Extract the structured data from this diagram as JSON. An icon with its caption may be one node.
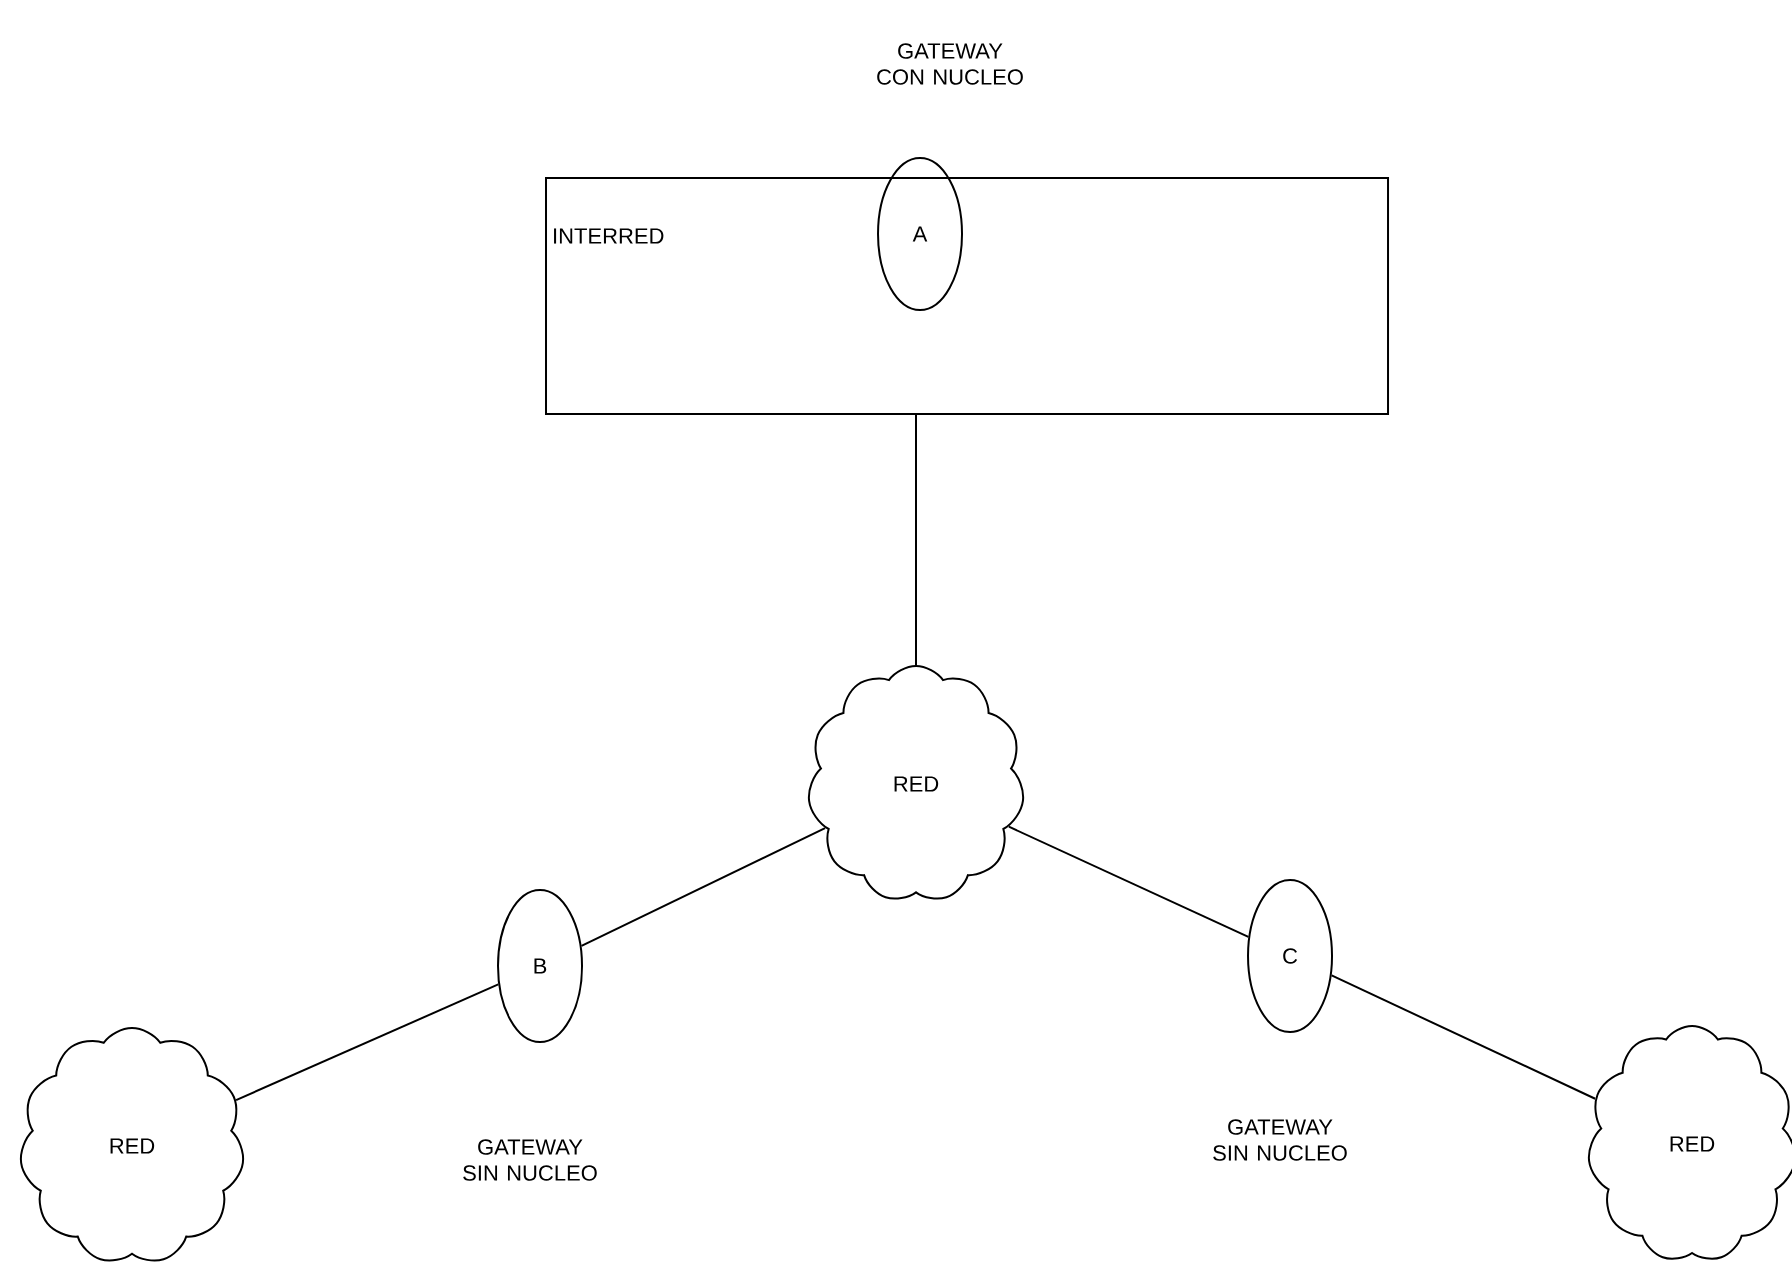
{
  "diagram": {
    "nodes": [
      {
        "text": [
          "INTERRED"
        ]
      },
      {
        "text": [
          "A"
        ],
        "in": 0
      },
      {
        "text": [
          "RED"
        ]
      },
      {
        "text": [
          "B"
        ]
      },
      {
        "text": [
          "C"
        ]
      },
      {
        "text": [
          "RED"
        ]
      },
      {
        "text": [
          "RED"
        ]
      }
    ],
    "edges": [
      {
        "from": 0,
        "to": 2,
        "arrow": "none"
      },
      {
        "from": 2,
        "to": 3,
        "arrow": "none"
      },
      {
        "from": 3,
        "to": 5,
        "arrow": "none"
      },
      {
        "from": 2,
        "to": 4,
        "arrow": "none"
      },
      {
        "from": 4,
        "to": 6,
        "arrow": "none"
      }
    ],
    "labels": [
      "GATEWAY CON NUCLEO",
      "GATEWAY SIN NUCLEO",
      "GATEWAY SIN NUCLEO"
    ]
  }
}
